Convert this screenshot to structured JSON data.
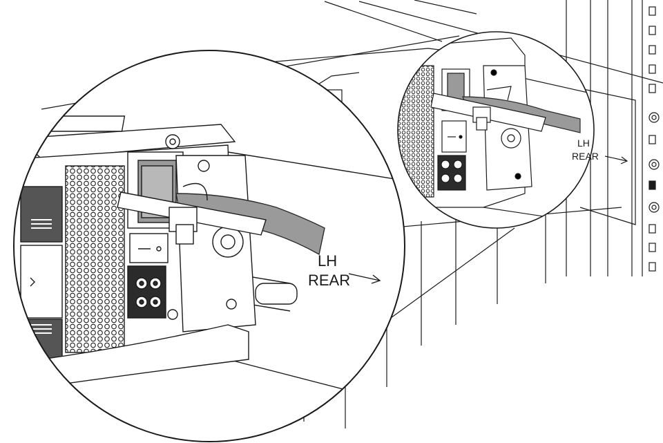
{
  "labels": {
    "large_side": "LH",
    "large_position": "REAR",
    "small_side": "LH",
    "small_position": "REAR"
  },
  "colors": {
    "line": "#1a1a1a",
    "cable": "#9a9a9a",
    "cable_edge": "#2a2a2a",
    "panel_dark": "#2b2b2b",
    "label_plate": "#555555",
    "light_fill": "#f2f2f2",
    "background": "#ffffff"
  },
  "icons": [
    "arrow-right-icon",
    "power-switch-icon",
    "led-indicator-icon",
    "screw-icon",
    "cable-tie-icon"
  ]
}
